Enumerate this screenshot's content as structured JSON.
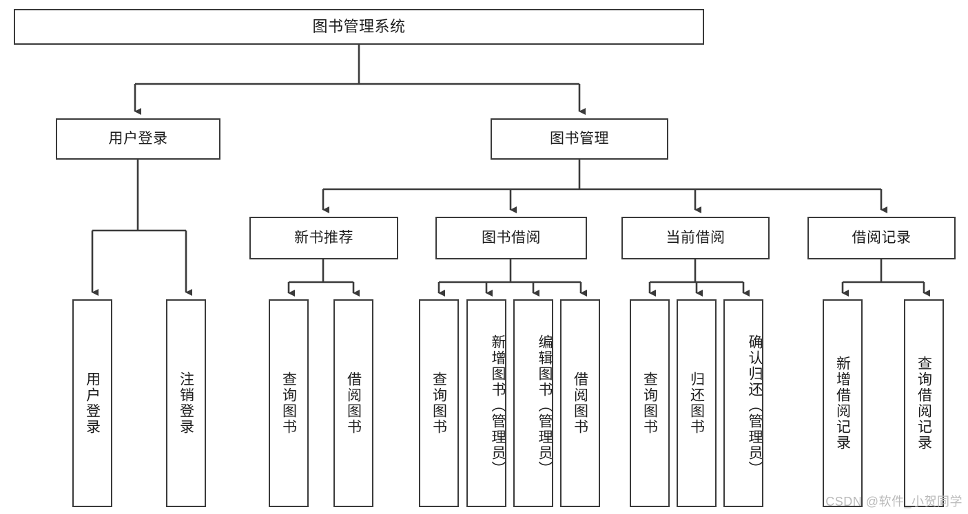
{
  "diagram": {
    "type": "hierarchy-tree",
    "title": "图书管理系统",
    "background_color": "#ffffff",
    "line_color": "#3a3a3a",
    "text_color": "#1d1d1d",
    "root": {
      "id": "root",
      "label": "图书管理系统",
      "orientation": "horizontal"
    },
    "level1": [
      {
        "id": "user-login",
        "label": "用户登录",
        "orientation": "horizontal"
      },
      {
        "id": "book-manage",
        "label": "图书管理",
        "orientation": "horizontal"
      }
    ],
    "level2": [
      {
        "id": "new-book-rec",
        "label": "新书推荐",
        "orientation": "horizontal",
        "parent": "book-manage"
      },
      {
        "id": "book-borrow",
        "label": "图书借阅",
        "orientation": "horizontal",
        "parent": "book-manage"
      },
      {
        "id": "current-borrow",
        "label": "当前借阅",
        "orientation": "horizontal",
        "parent": "book-manage"
      },
      {
        "id": "borrow-record",
        "label": "借阅记录",
        "orientation": "horizontal",
        "parent": "book-manage"
      }
    ],
    "leaves": [
      {
        "id": "leaf-user-login",
        "label": "用户登录",
        "parent": "user-login",
        "orientation": "vertical"
      },
      {
        "id": "leaf-logout",
        "label": "注销登录",
        "parent": "user-login",
        "orientation": "vertical"
      },
      {
        "id": "leaf-query-book-1",
        "label": "查询图书",
        "parent": "new-book-rec",
        "orientation": "vertical"
      },
      {
        "id": "leaf-borrow-book-1",
        "label": "借阅图书",
        "parent": "new-book-rec",
        "orientation": "vertical"
      },
      {
        "id": "leaf-query-book-2",
        "label": "查询图书",
        "parent": "book-borrow",
        "orientation": "vertical"
      },
      {
        "id": "leaf-add-book",
        "label": "新增图书（管理员）",
        "parent": "book-borrow",
        "orientation": "vertical"
      },
      {
        "id": "leaf-edit-book",
        "label": "编辑图书（管理员）",
        "parent": "book-borrow",
        "orientation": "vertical"
      },
      {
        "id": "leaf-borrow-book-2",
        "label": "借阅图书",
        "parent": "book-borrow",
        "orientation": "vertical"
      },
      {
        "id": "leaf-query-book-3",
        "label": "查询图书",
        "parent": "current-borrow",
        "orientation": "vertical"
      },
      {
        "id": "leaf-return-book",
        "label": "归还图书",
        "parent": "current-borrow",
        "orientation": "vertical"
      },
      {
        "id": "leaf-confirm-return",
        "label": "确认归还（管理员）",
        "parent": "current-borrow",
        "orientation": "vertical"
      },
      {
        "id": "leaf-add-record",
        "label": "新增借阅记录",
        "parent": "borrow-record",
        "orientation": "vertical"
      },
      {
        "id": "leaf-query-record",
        "label": "查询借阅记录",
        "parent": "borrow-record",
        "orientation": "vertical"
      }
    ]
  },
  "watermark": {
    "text": "CSDN @软件_小贺同学"
  }
}
